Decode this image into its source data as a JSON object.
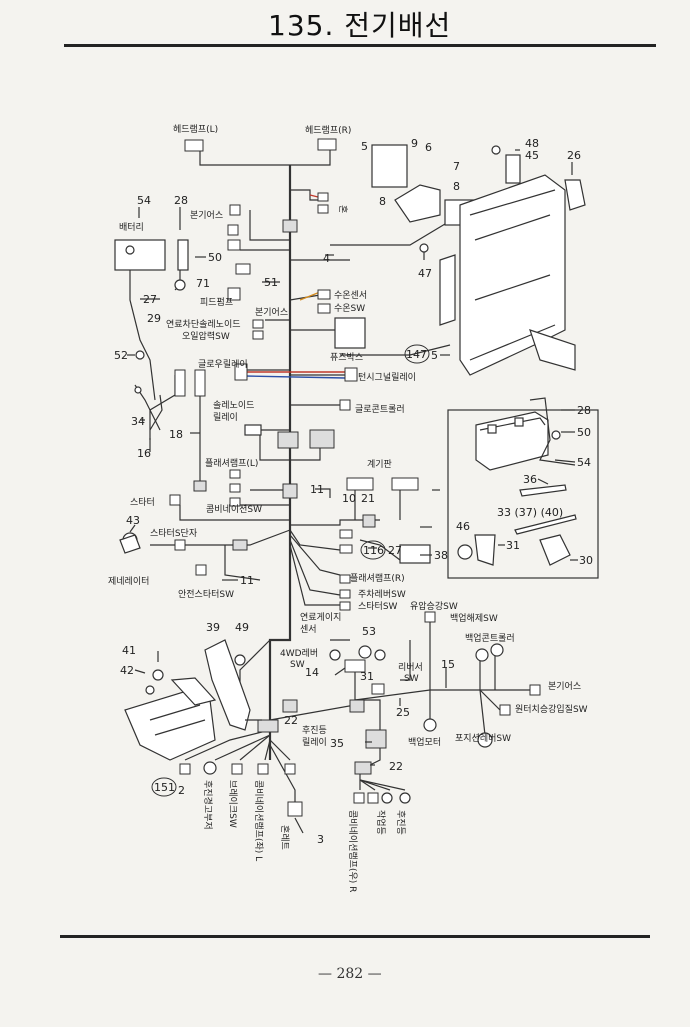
{
  "page": {
    "title": "135. 전기배선",
    "page_number": "— 282 —"
  },
  "labels": {
    "headlamp_l": "헤드램프(L)",
    "headlamp_r": "헤드램프(R)",
    "horn": "혼",
    "main_harness_top": "본기어스",
    "battery": "배터리",
    "feed_pump": "피드펌프",
    "main_harness_mid": "본기어스",
    "water_temp_sensor": "수온센서",
    "water_temp_sw": "수온SW",
    "fuel_cut_solenoid": "연료차단솔레노이드",
    "oil_pressure_sw": "오일압력SW",
    "fuse_box": "퓨즈박스",
    "glow_relay": "글로우릴레이",
    "turn_signal_relay": "턴시그널릴레이",
    "solenoid_relay_1": "솔레노이드",
    "solenoid_relay_2": "릴레이",
    "glow_controller": "글로콘트롤러",
    "flasher_lamp_l": "플래셔램프(L)",
    "gauge": "계기판",
    "starter": "스타터",
    "combination_sw": "콤비네이션SW",
    "starter_s_terminal": "스타터S단자",
    "generator": "제네레이터",
    "safety_starter_sw": "안전스타터SW",
    "flasher_lamp_r": "플래셔램프(R)",
    "parking_lever_sw": "주차레버SW",
    "starter_sw": "스타터SW",
    "hydraulic_lift_sw": "유압승강SW",
    "backup_release_sw": "백업해제SW",
    "fuel_gauge_sensor_1": "연료게이지",
    "fuel_gauge_sensor_2": "센서",
    "backup_controller": "백업콘트롤러",
    "fourwd_lever_sw_1": "4WD레버",
    "fourwd_lever_sw_2": "SW",
    "reverser_sw_1": "리버서",
    "reverser_sw_2": "SW",
    "main_harness_right": "본기어스",
    "remote_lift_sw": "원터치승강입질SW",
    "position_sw": "포지션레버SW",
    "backup_motor": "백업모터",
    "rear_light_relay_1": "후진등",
    "rear_light_relay_2": "릴레이",
    "rear_warning_buzzer": "후진경고부저",
    "brake_sw": "브레이크SW",
    "combi_lamp_l": "콤비네이션램프(좌) L",
    "horn_bottom": "혼레트",
    "combi_lamp_r": "콤비네이션램프(우) R",
    "work_light": "작업등",
    "rear_light": "후진등",
    "spec_33": "33 (37) (40)"
  },
  "callouts": {
    "n2": "2",
    "n3": "3",
    "n4": "4",
    "n5": "5",
    "n6": "6",
    "n7": "7",
    "n8": "8",
    "n9": "9",
    "n10": "10",
    "n11": "11",
    "n14": "14",
    "n15": "15",
    "n16": "16",
    "n18": "18",
    "n21": "21",
    "n22": "22",
    "n25": "25",
    "n26": "26",
    "n27": "27",
    "n28": "28",
    "n29": "29",
    "n30": "30",
    "n31": "31",
    "n34": "34",
    "n35": "35",
    "n36": "36",
    "n38": "38",
    "n39": "39",
    "n41": "41",
    "n42": "42",
    "n43": "43",
    "n45": "45",
    "n46": "46",
    "n47": "47",
    "n48": "48",
    "n49": "49",
    "n50": "50",
    "n51": "51",
    "n52": "52",
    "n53": "53",
    "n54": "54",
    "n71": "71",
    "c147": "147",
    "c116": "116",
    "c151": "151"
  },
  "colors": {
    "wire_red": "#c0392b",
    "wire_blue": "#2c4fa8",
    "wire_orange": "#d38b1e"
  }
}
